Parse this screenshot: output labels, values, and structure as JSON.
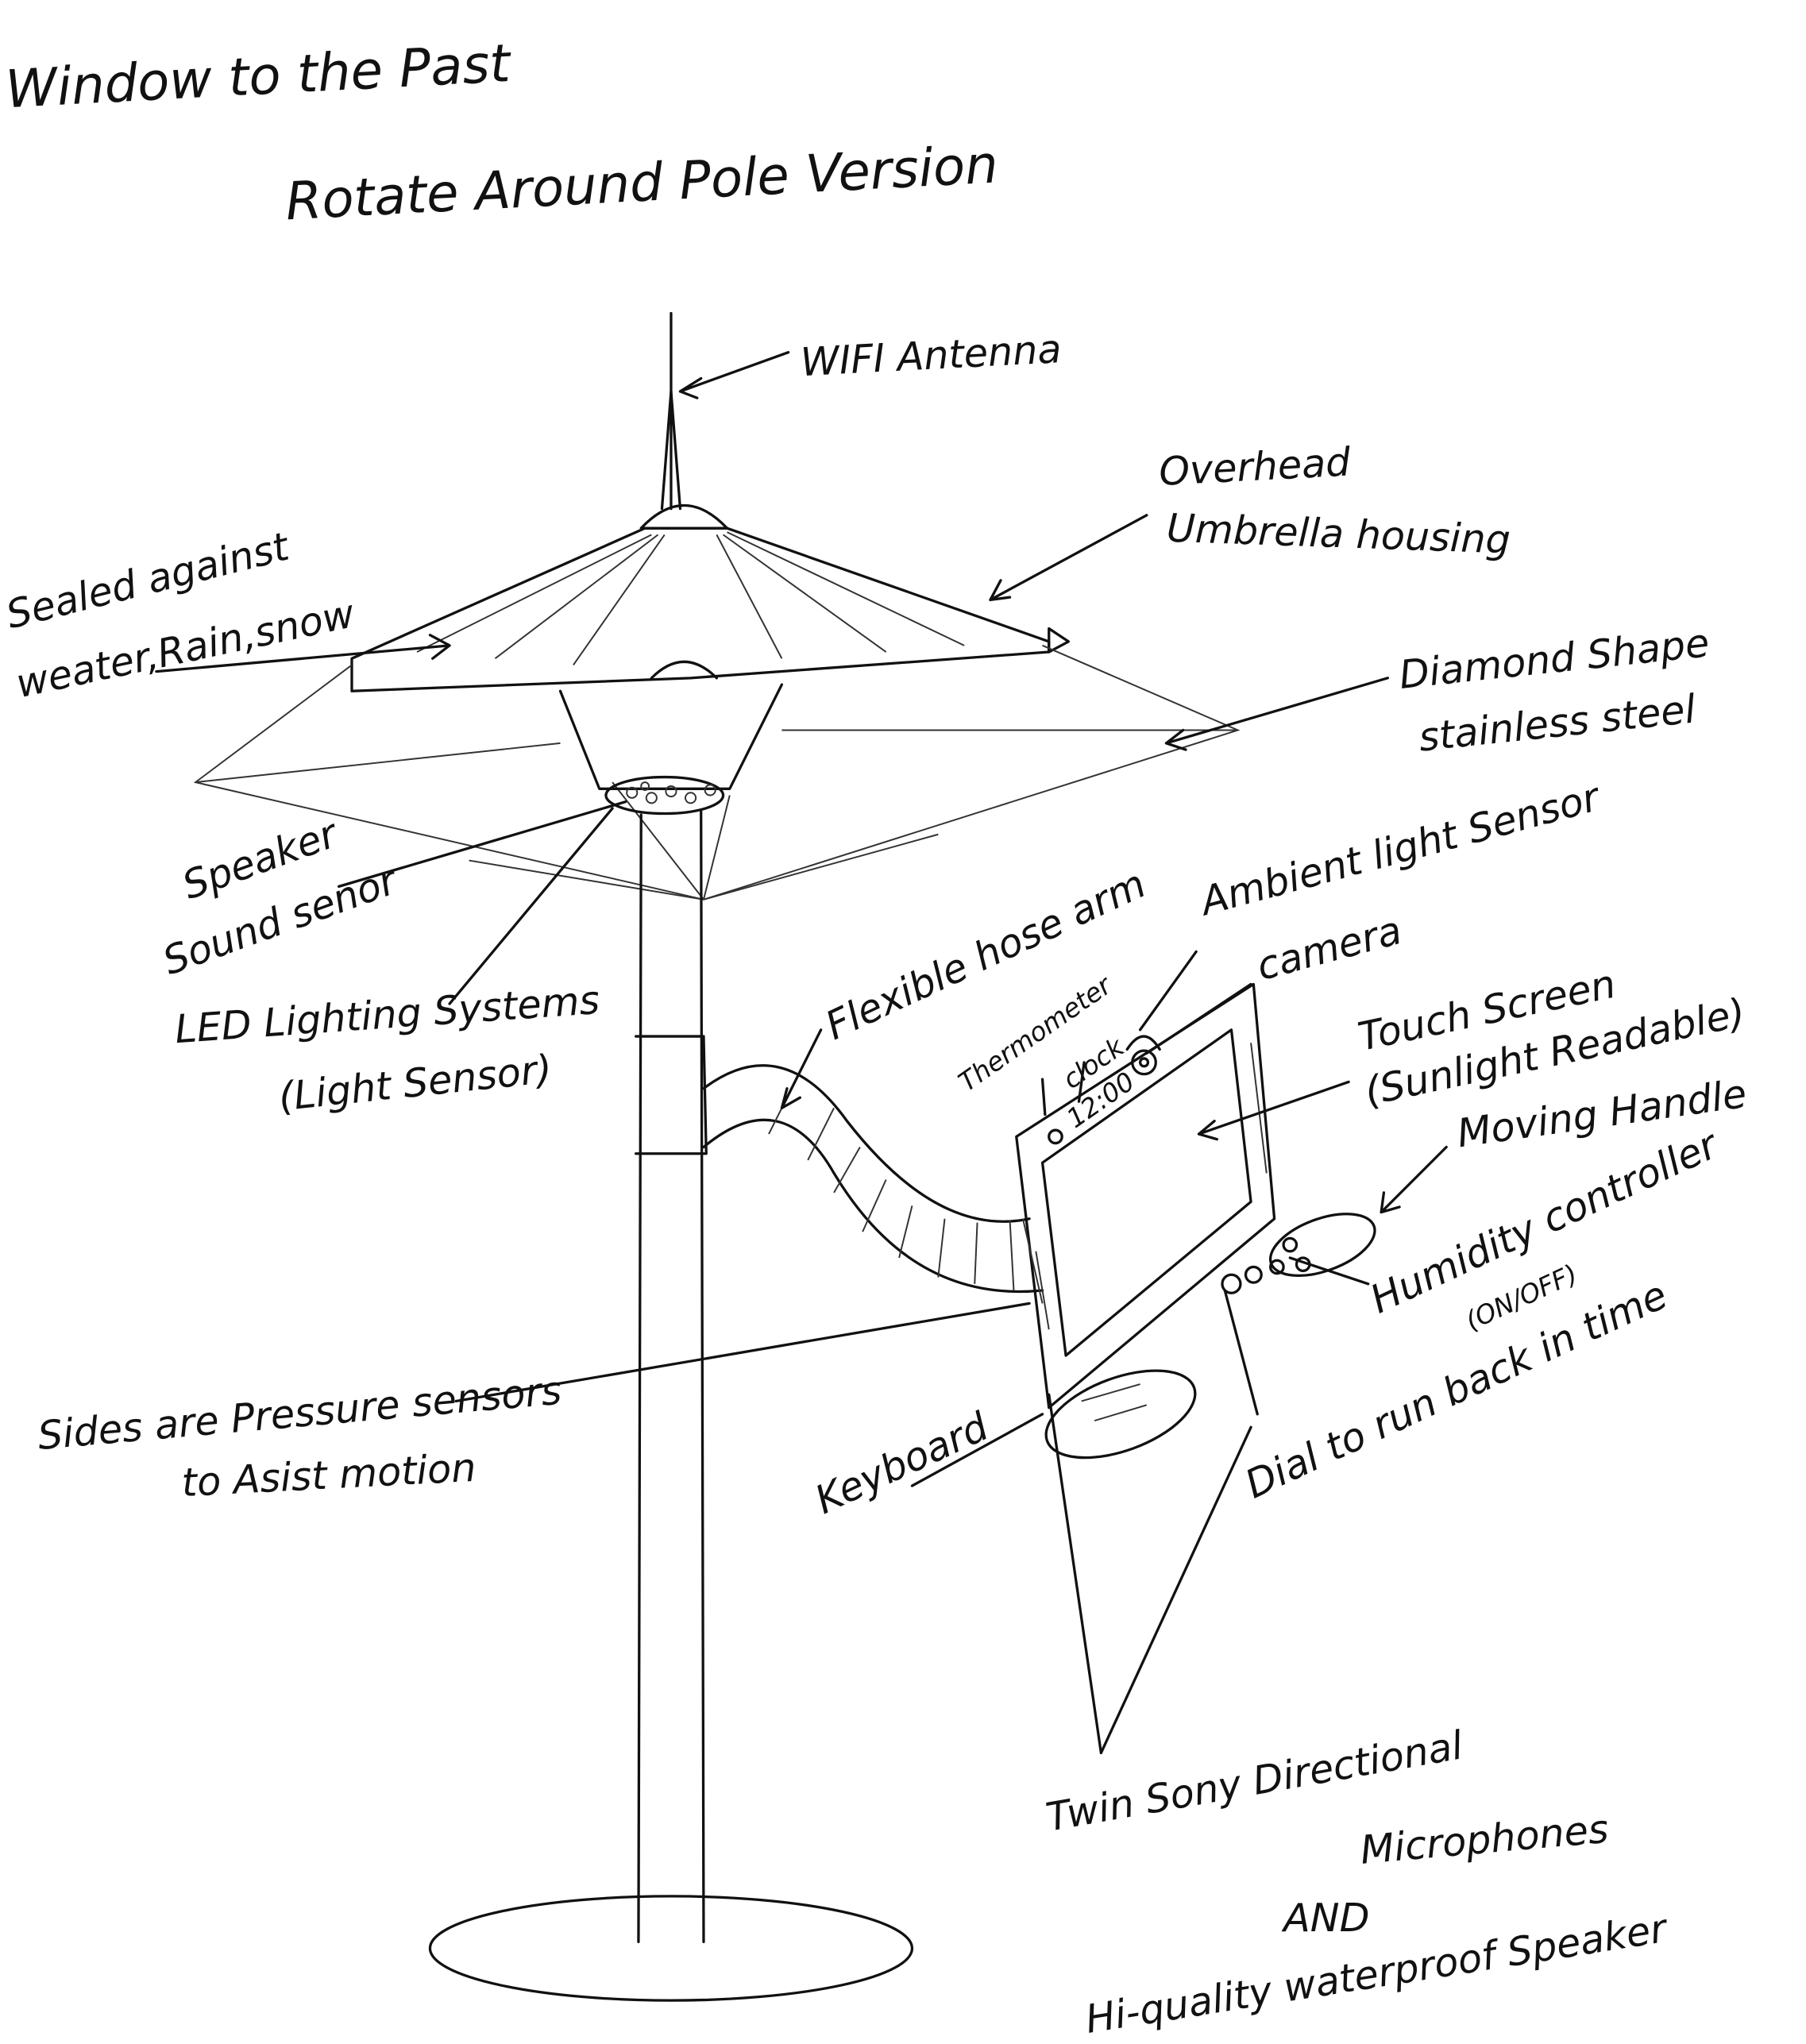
{
  "title": "Window to the Past",
  "subtitle": "Rotate Around Pole Version",
  "labels": {
    "wifi": "WIFI Antenna",
    "overhead_1": "Overhead",
    "overhead_2": "Umbrella housing",
    "sealed_1": "Sealed against",
    "sealed_2": "weater,Rain,snow",
    "diamond_1": "Diamond Shape",
    "diamond_2": "stainless steel",
    "speaker_1": "Speaker",
    "speaker_2": "Sound senor",
    "ambient": "Ambient light Sensor",
    "hose": "Flexible hose arm",
    "led_1": "LED Lighting Systems",
    "led_2": "(Light Sensor)",
    "camera": "camera",
    "thermometer": "Thermometer",
    "clock": "clock",
    "clock_display": "12:00",
    "touch_1": "Touch Screen",
    "touch_2": "(Sunlight Readable)",
    "handle": "Moving Handle",
    "humidity_1": "Humidity controller",
    "humidity_2": "(ON/OFF)",
    "dial": "Dial to run back in time",
    "sides_1": "Sides are Pressure sensors",
    "sides_2": "to Asist motion",
    "keyboard": "Keyboard",
    "mic_1": "Twin Sony Directional",
    "mic_2": "Microphones",
    "and": "AND",
    "waterproof": "Hi-quality waterproof Speaker"
  }
}
